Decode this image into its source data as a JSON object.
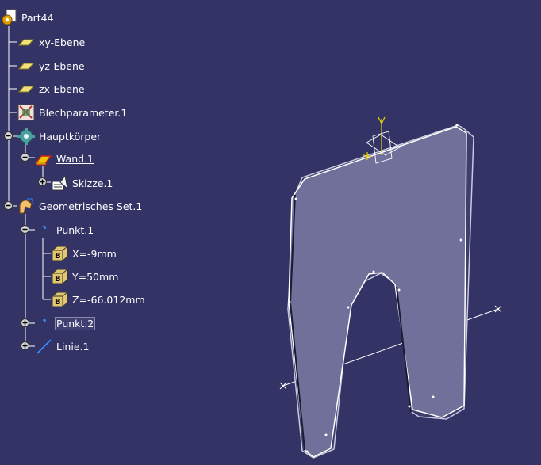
{
  "tree": {
    "root": {
      "label": "Part44",
      "icon": "part-gear-icon"
    },
    "planes": [
      {
        "label": "xy-Ebene",
        "icon": "plane-icon"
      },
      {
        "label": "yz-Ebene",
        "icon": "plane-icon"
      },
      {
        "label": "zx-Ebene",
        "icon": "plane-icon"
      }
    ],
    "sheet_params": {
      "label": "Blechparameter.1",
      "icon": "sheetmetal-parameters-icon"
    },
    "body": {
      "label": "Hauptkörper",
      "icon": "body-gear-icon"
    },
    "wall": {
      "label": "Wand.1",
      "icon": "wall-icon"
    },
    "sketch": {
      "label": "Skizze.1",
      "icon": "sketch-icon"
    },
    "geoset": {
      "label": "Geometrisches Set.1",
      "icon": "geometrical-set-icon"
    },
    "point1": {
      "label": "Punkt.1",
      "icon": "point-icon"
    },
    "params": [
      {
        "label": "X=-9mm",
        "icon": "parameter-cube-icon"
      },
      {
        "label": "Y=50mm",
        "icon": "parameter-cube-icon"
      },
      {
        "label": "Z=-66.012mm",
        "icon": "parameter-cube-icon"
      }
    ],
    "point2": {
      "label": "Punkt.2",
      "icon": "point-icon"
    },
    "line1": {
      "label": "Linie.1",
      "icon": "line-icon"
    }
  },
  "colors": {
    "background": "#333366",
    "text": "#ffffff",
    "part_face": "#6e6e92",
    "part_edge": "#ffffff",
    "axis_yellow": "#e8d200"
  }
}
